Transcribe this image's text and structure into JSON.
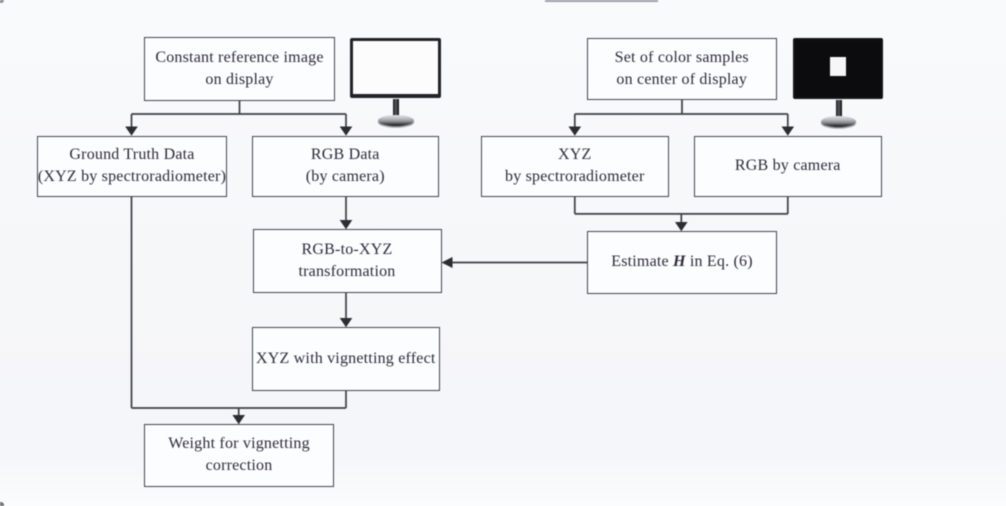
{
  "diagram": {
    "boxes": {
      "constant_ref": {
        "text": "Constant reference image\non display"
      },
      "set_color": {
        "text": "Set of color samples\non center of display"
      },
      "ground_truth": {
        "text": "Ground Truth Data\n(XYZ by spectroradiometer)"
      },
      "rgb_data": {
        "text": "RGB Data\n(by camera)"
      },
      "xyz_spectro": {
        "text": "XYZ\nby spectroradiometer"
      },
      "rgb_camera": {
        "text": "RGB by camera"
      },
      "rgb_to_xyz": {
        "text": "RGB-to-XYZ\ntransformation"
      },
      "estimate_h": {
        "prefix": "Estimate ",
        "symbol": "H",
        "suffix": " in Eq. (6)"
      },
      "xyz_vign": {
        "text": "XYZ with vignetting effect"
      },
      "weight": {
        "text": "Weight for vignetting\ncorrection"
      }
    },
    "icons": {
      "monitor_white": "display showing constant white reference image",
      "monitor_black": "display showing color sample patch on center"
    },
    "colors": {
      "background": "#f6f7f9",
      "box_fill": "#fcfdfe",
      "box_border": "#4b4b4f",
      "text": "#2e2a3c",
      "connector": "#3f3f43",
      "monitor_frame": "#1a1a1d",
      "screen_white": "#fcfcfd",
      "screen_black": "#0c0c0e"
    }
  }
}
